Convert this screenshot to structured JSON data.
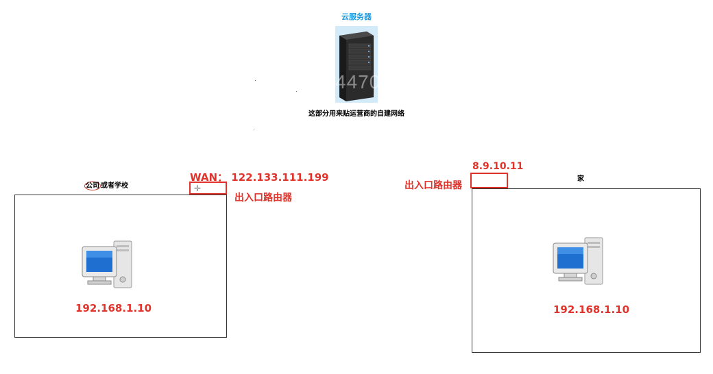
{
  "cloud": {
    "title": "云服务器",
    "server_watermark": "4470",
    "isp_caption": "这部分用来贴运营商的自建网络"
  },
  "left_network": {
    "title_circled": "公司",
    "title_rest": "或者学校",
    "wan_label": "WAN：  122.133.111.199",
    "router_label": "出入口路由器",
    "host_ip": "192.168.1.10"
  },
  "right_network": {
    "title": "家",
    "public_ip": "8.9.10.11",
    "router_label": "出入口路由器",
    "host_ip": "192.168.1.10"
  },
  "colors": {
    "accent_red": "#e0332b",
    "cloud_title_blue": "#1f9ce0",
    "server_background": "#cfe8f8"
  },
  "icons": {
    "server": "server-rack-icon",
    "computer": "desktop-computer-icon",
    "cursor": "crosshair-cursor-icon"
  }
}
